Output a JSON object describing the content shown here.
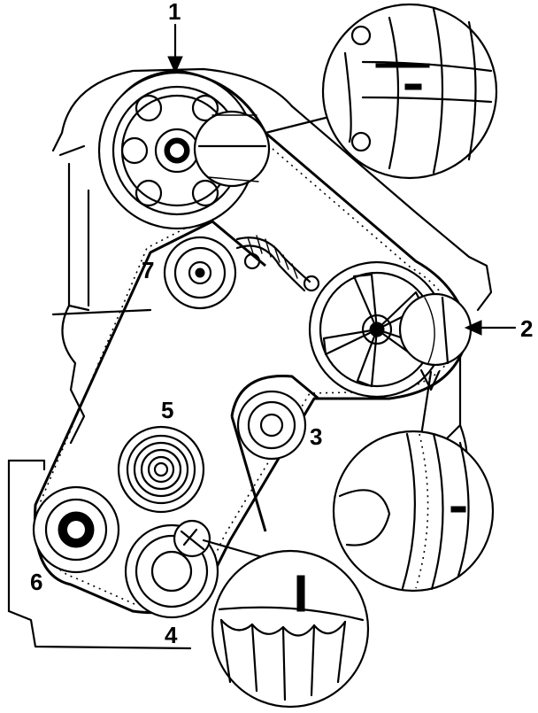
{
  "callouts": [
    {
      "id": "1",
      "text": "1"
    },
    {
      "id": "2",
      "text": "2"
    },
    {
      "id": "3",
      "text": "3"
    },
    {
      "id": "4",
      "text": "4"
    },
    {
      "id": "5",
      "text": "5"
    },
    {
      "id": "6",
      "text": "6"
    },
    {
      "id": "7",
      "text": "7"
    }
  ],
  "colors": {
    "ink": "#000000",
    "paper": "#ffffff"
  }
}
